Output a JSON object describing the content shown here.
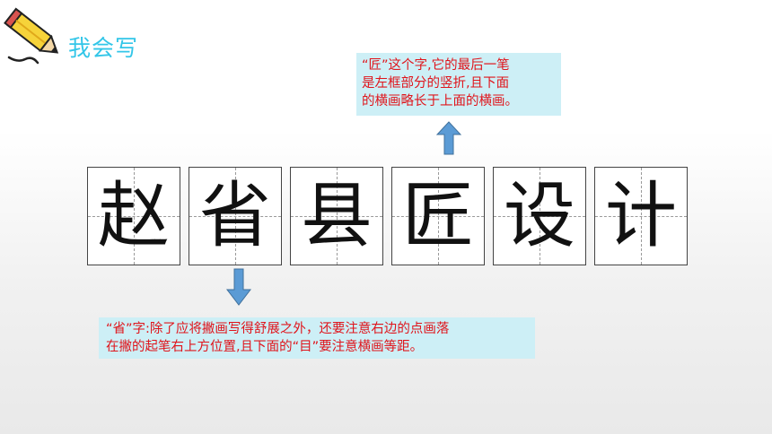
{
  "heading": {
    "title": "我会写",
    "icon": "pencil-icon"
  },
  "characters": [
    "赵",
    "省",
    "县",
    "匠",
    "设",
    "计"
  ],
  "callouts": {
    "top": {
      "lines": [
        "“匠”这个字,它的最后一笔",
        "是左框部分的竖折,且下面",
        "的横画略长于上面的横画。"
      ]
    },
    "bottom": {
      "lines": [
        "“省”字:除了应将撇画写得舒展之外，还要注意右边的点画落",
        "在撇的起笔右上方位置,且下面的“目”要注意横画等距。"
      ]
    }
  },
  "colors": {
    "title": "#33c6e8",
    "callout_bg": "#cdeff6",
    "callout_text": "#e0141b",
    "arrow": "#5b9bd5"
  }
}
